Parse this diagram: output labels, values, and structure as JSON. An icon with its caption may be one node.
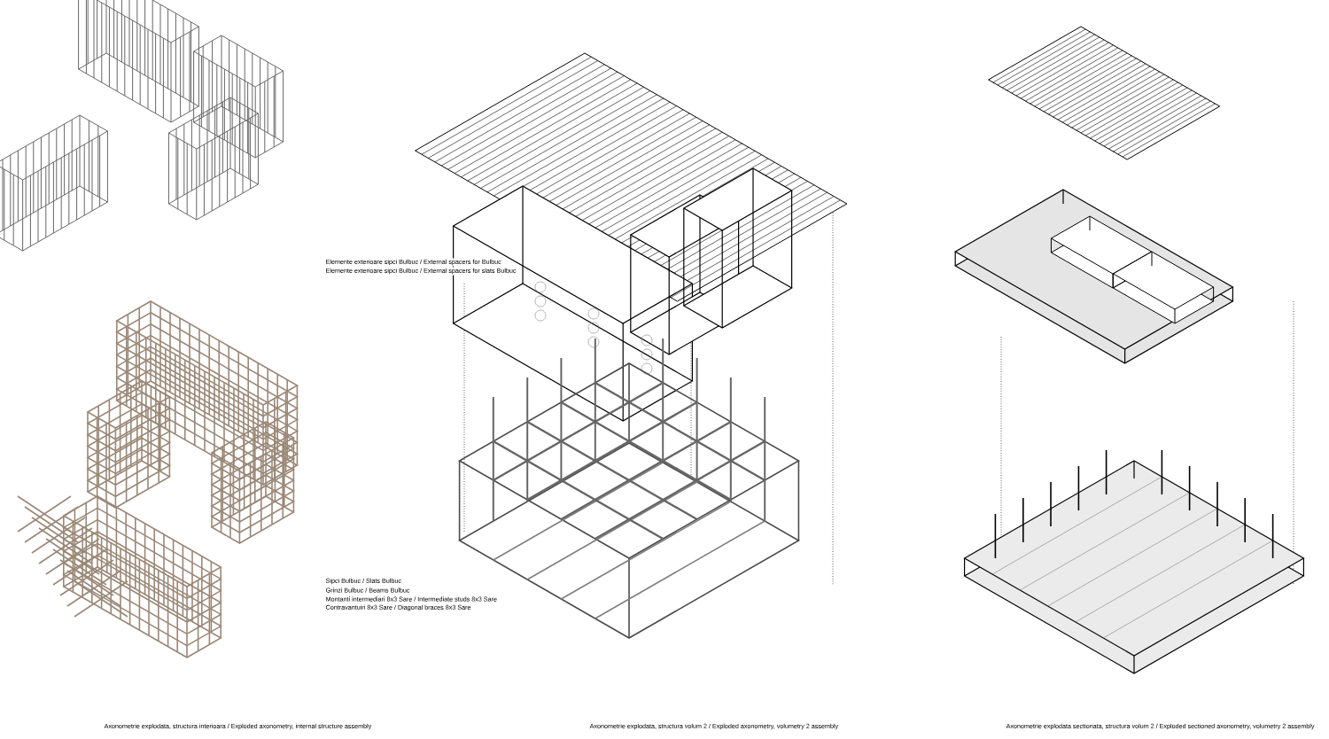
{
  "diagram": {
    "labels": [
      "Elemente exterioare sipci Bulbuc / External spacers for Bulbuc",
      "Elemente exterioare sipci Bulbuc / External spacers for slats Bulbuc",
      "Sipci Bulbuc / Slats Bulbuc",
      "Grinzi Bulbuc / Beams Bulbuc",
      "Montanti intermediari 8x3 Sare / Intermediate studs 8x3 Sare",
      "Contravantuiri 8x3 Sare / Diagonal braces 8x3 Sare",
      "Axonometrie explodata, structura interioara / Exploded axonometry, internal structure assembly",
      "Axonometrie explodata, structura volum 2 / Exploded axonometry, volumetry 2 assembly",
      "Axonometrie explodata sectionata, structura volum 2 / Exploded sectioned axonometry, volumetry 2 assembly"
    ]
  }
}
